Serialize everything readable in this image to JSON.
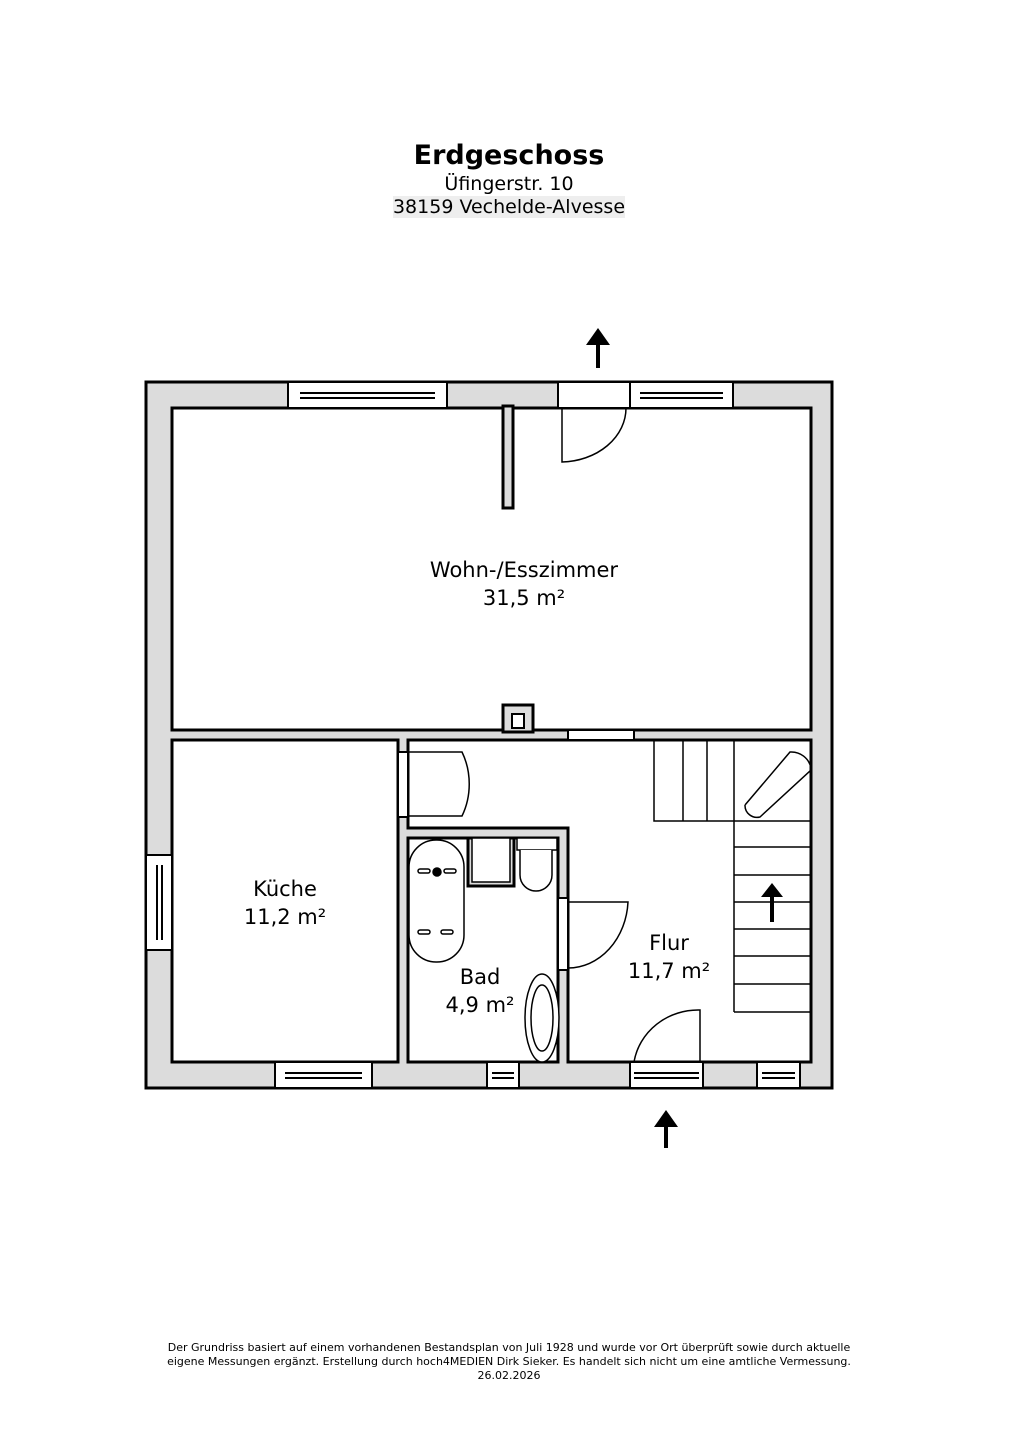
{
  "header": {
    "title": "Erdgeschoss",
    "street": "Üfingerstr. 10",
    "city": "38159 Vechelde-Alvesse"
  },
  "rooms": [
    {
      "name": "Wohn-/Esszimmer",
      "area": "31,5 m²"
    },
    {
      "name": "Küche",
      "area": "11,2 m²"
    },
    {
      "name": "Bad",
      "area": "4,9 m²"
    },
    {
      "name": "Flur",
      "area": "11,7 m²"
    }
  ],
  "footer": {
    "line1": "Der Grundriss basiert auf einem vorhandenen Bestandsplan von Juli 1928 und wurde vor Ort überprüft sowie durch aktuelle",
    "line2": "eigene Messungen ergänzt. Erstellung durch hoch4MEDIEN Dirk Sieker. Es handelt sich nicht um eine amtliche Vermessung.",
    "date": "26.02.2026"
  },
  "colors": {
    "wall": "#dcdcdc",
    "line": "#000000"
  }
}
